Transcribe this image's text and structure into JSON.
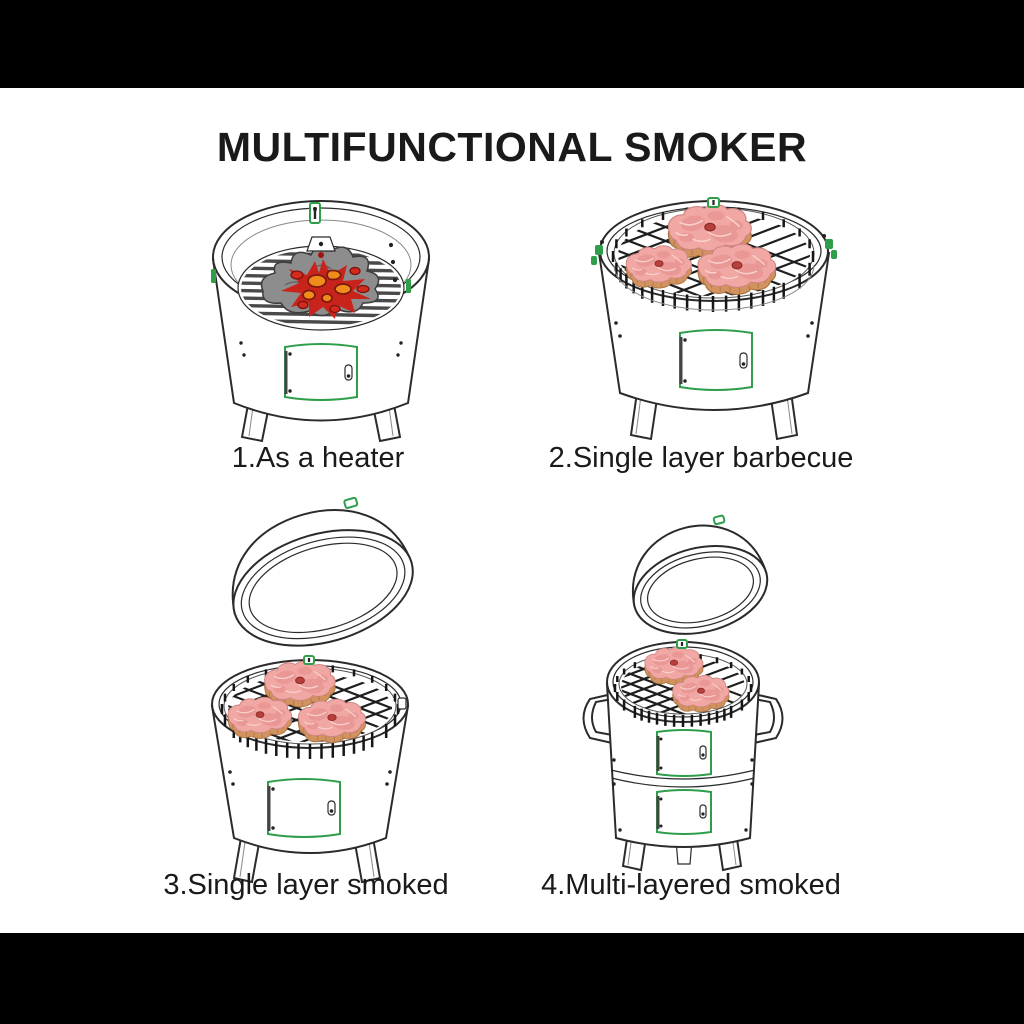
{
  "title": "MULTIFUNCTIONAL SMOKER",
  "panels": [
    {
      "id": "heater",
      "caption": "1.As a heater",
      "illustration": "smoker-open-top-burning-charcoal"
    },
    {
      "id": "single-layer-barbecue",
      "caption": "2.Single layer barbecue",
      "illustration": "smoker-grill-grate-three-steaks"
    },
    {
      "id": "single-layer-smoked",
      "caption": "3.Single layer smoked",
      "illustration": "smoker-lid-off-three-steaks"
    },
    {
      "id": "multi-layered-smoked",
      "caption": "4.Multi-layered smoked",
      "illustration": "double-tier-smoker-lid-off-two-steaks"
    }
  ],
  "colors": {
    "letterbox": "#000000",
    "canvas": "#ffffff",
    "text": "#1a1a1a",
    "line": "#2b2b2b",
    "accent_green": "#2f9e4a",
    "coal_gray": "#8d8d8d",
    "flame_red": "#c8241c",
    "ember_orange": "#ef8c1c",
    "meat_pink": "#f1a7a3",
    "meat_pink_dark": "#e69290",
    "meat_marbling": "#f8d2cf",
    "meat_bone": "#b8403c",
    "meat_rind": "#d2935f"
  }
}
